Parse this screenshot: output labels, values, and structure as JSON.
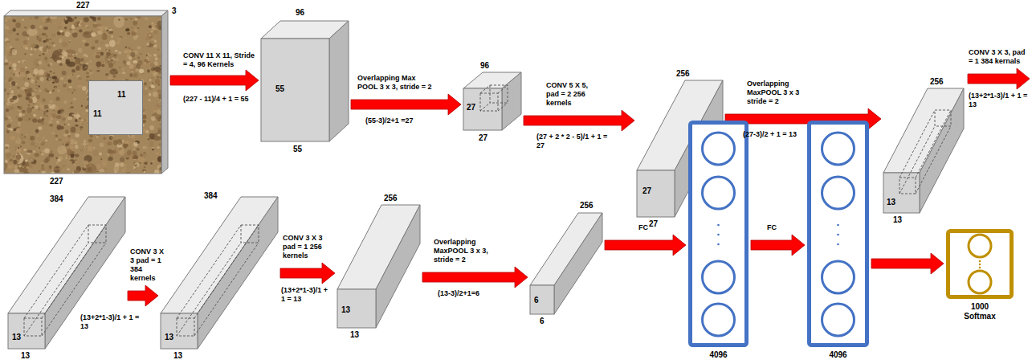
{
  "diagram": {
    "nodes": [
      {
        "text": [
          "227",
          "3",
          "227"
        ]
      },
      {
        "text": [
          "11",
          "11"
        ],
        "in": 0
      },
      {
        "text": [
          "96",
          "55",
          "55"
        ]
      },
      {
        "text": [
          "96",
          "27",
          "27"
        ]
      },
      {
        "text": [
          "256",
          "27",
          "27"
        ]
      },
      {
        "text": [
          "256",
          "13",
          "13"
        ]
      },
      {
        "text": [
          "384",
          "13",
          "13"
        ]
      },
      {
        "text": [
          "384",
          "13",
          "13"
        ]
      },
      {
        "text": [
          "256",
          "13",
          "13"
        ]
      },
      {
        "text": [
          "256",
          "6",
          "6"
        ]
      },
      {
        "text": [
          "4096"
        ]
      },
      {
        "text": [
          "4096"
        ]
      },
      {
        "text": [
          "1000 Softmax"
        ]
      }
    ],
    "edges": [
      {
        "from": 0,
        "to": 2,
        "arrow": "to",
        "label": "CONV 11 X 11, Stride = 4, 96 Kernels"
      },
      {
        "from": 2,
        "to": 3,
        "arrow": "to",
        "label": "Overlapping Max POOL 3 x 3, stride = 2"
      },
      {
        "from": 3,
        "to": 4,
        "arrow": "to",
        "label": "CONV 5 X 5, pad = 2 256 kernels"
      },
      {
        "from": 4,
        "to": 5,
        "arrow": "to",
        "label": "Overlapping MaxPOOL 3 x 3 stride = 2"
      },
      {
        "from": 6,
        "to": 7,
        "arrow": "to",
        "label": "CONV 3 X 3 pad = 1 384 kernels"
      },
      {
        "from": 7,
        "to": 8,
        "arrow": "to",
        "label": "CONV 3 X 3 pad = 1 256 kernels"
      },
      {
        "from": 8,
        "to": 9,
        "arrow": "to",
        "label": "Overlapping MaxPOOL 3 x 3, stride = 2"
      },
      {
        "from": 9,
        "to": 10,
        "arrow": "to",
        "label": "FC"
      },
      {
        "from": 10,
        "to": 11,
        "arrow": "to",
        "label": "FC"
      },
      {
        "from": 11,
        "to": 12,
        "arrow": "to"
      }
    ],
    "labels": [
      "(227 - 11)/4 + 1 = 55",
      "(55-3)/2+1 =27",
      "(27 + 2 * 2 - 5)/1 + 1 = 27",
      "(27-3)/2 + 1 = 13",
      "CONV 3 X 3, pad = 1 384 kernals",
      "(13+2*1-3)/1 + 1 = 13",
      "(13+2*1-3)/1 + 1 = 13",
      "(13+2*1-3)/1 + 1 = 13",
      "(13-3)/2+1=6"
    ]
  }
}
